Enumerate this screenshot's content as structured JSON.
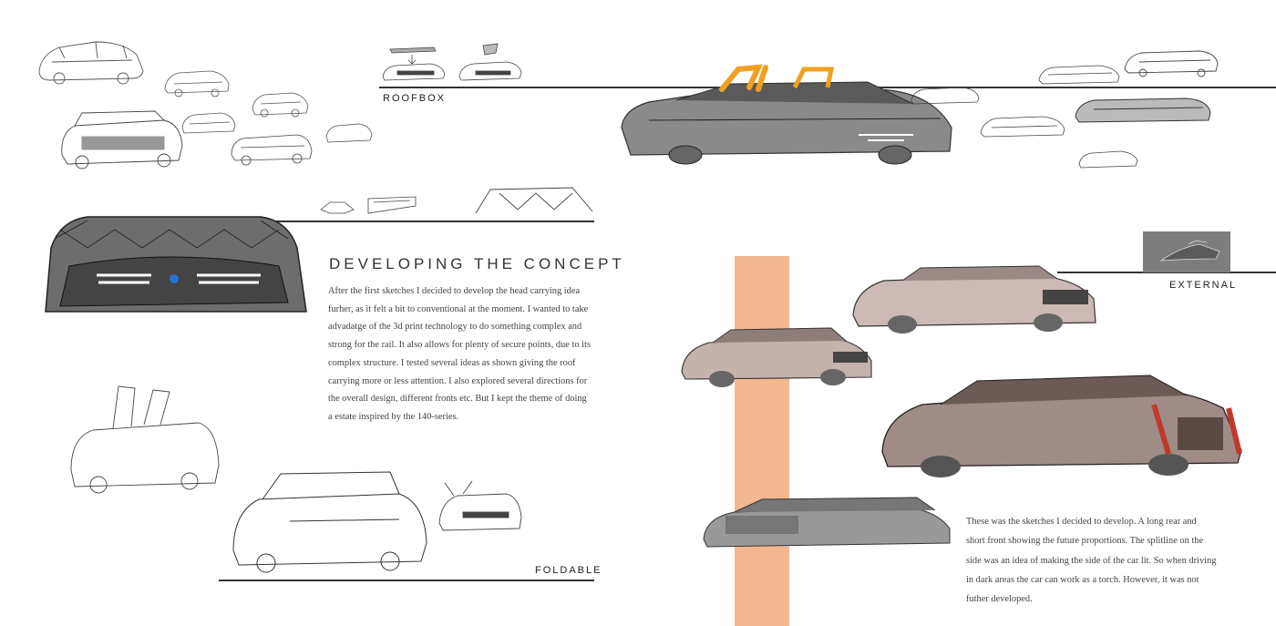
{
  "labels": {
    "roofbox": "ROOFBOX",
    "external": "EXTERNAL",
    "foldable": "FOLDABLE"
  },
  "heading": "DEVELOPING THE CONCEPT",
  "paragraph_1": "After the first sketches I decided to develop the head carrying idea furher, as it felt a bit to conventional at the moment. I wanted to take advadatge of the 3d print technology to do something complex and strong for the rail. It also allows for plenty of secure points, due to its complex structure. I tested several ideas as shown giving the roof carrying more or less attention. I also explored several directions for the overall design, different fronts etc. But I kept the theme of doing a estate inspired by the 140-series.",
  "paragraph_2": "These was the sketches I decided to develop. A long rear and short front showing the future proportions. The splitline on the side was an idea of making the side of the car lit. So when driving in dark areas the car can work as a torch. However, it was not futher developed.",
  "colors": {
    "accent_orange": "#f3b890",
    "roof_rack_orange": "#f0a020",
    "rule": "#333333",
    "tail_light_red": "#c0392b"
  }
}
